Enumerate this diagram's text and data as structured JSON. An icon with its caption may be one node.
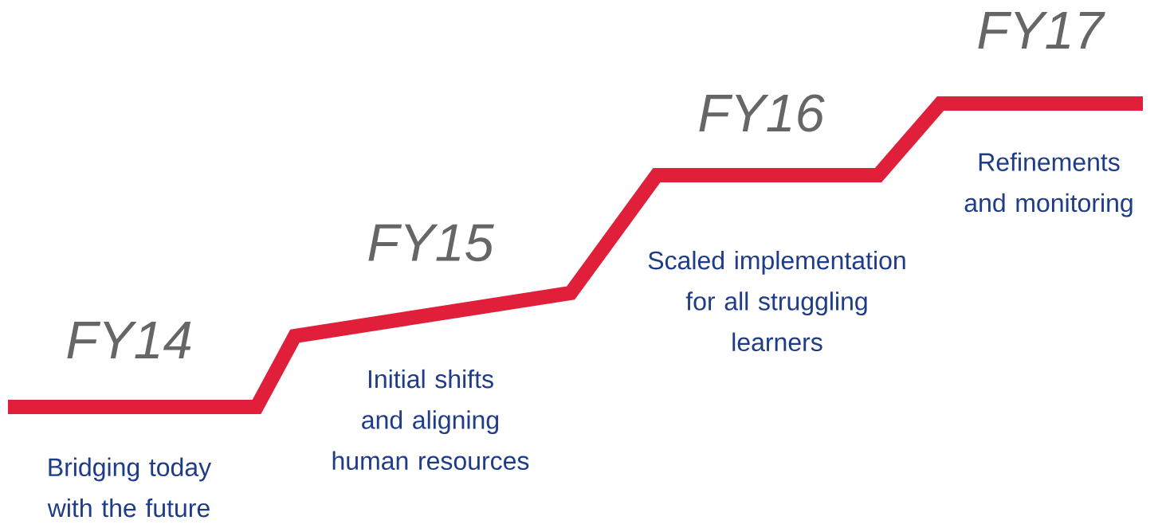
{
  "diagram": {
    "labels": [
      "FY14",
      "Bridging today with the future",
      "FY15",
      "Initial shifts and aligning human resources",
      "FY16",
      "Scaled implementation for all struggling learners",
      "FY17",
      "Refinements and monitoring"
    ]
  }
}
